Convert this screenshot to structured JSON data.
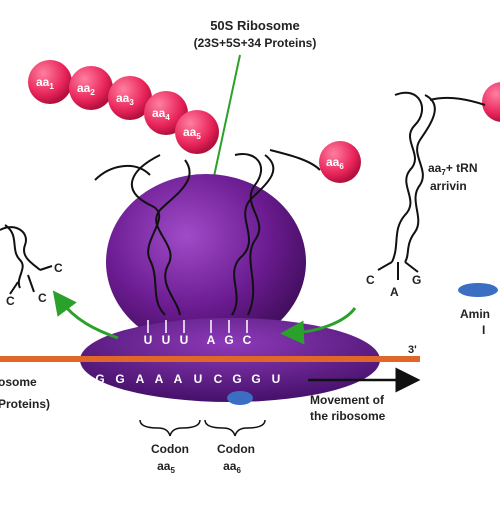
{
  "labels": {
    "ribosome_title": "50S Ribosome",
    "ribosome_composition": "(23S+5S+34 Proteins)",
    "incoming_line1": "aa",
    "incoming_line1_sub": "7",
    "incoming_line1_rest": "+ tRN",
    "incoming_line2": "arrivin",
    "left_partial_1": "osome",
    "left_partial_2": "Proteins)",
    "movement_line1": "Movement of",
    "movement_line2": "the ribosome",
    "three_prime": "3'",
    "right_partial_1": "Amin",
    "right_partial_2": "I"
  },
  "chain": [
    {
      "base": "aa",
      "sub": "1"
    },
    {
      "base": "aa",
      "sub": "2"
    },
    {
      "base": "aa",
      "sub": "3"
    },
    {
      "base": "aa",
      "sub": "4"
    },
    {
      "base": "aa",
      "sub": "5"
    }
  ],
  "free_amino": {
    "base": "aa",
    "sub": "6"
  },
  "anticodon": [
    "U",
    "U",
    "U",
    "A",
    "G",
    "C"
  ],
  "mrna": [
    "G",
    "G",
    "A",
    "A",
    "A",
    "U",
    "C",
    "G",
    "G",
    "U"
  ],
  "exiting_trna_bases": [
    "C",
    "C",
    "C"
  ],
  "incoming_trna_bases": [
    "C",
    "A",
    "G"
  ],
  "codons": [
    {
      "label": "Codon",
      "aa": "aa",
      "sub": "5"
    },
    {
      "label": "Codon",
      "aa": "aa",
      "sub": "6"
    }
  ],
  "colors": {
    "amino_acid": "#e8245a",
    "ribosome_large": "#6a1b8f",
    "ribosome_small": "#5b167e",
    "mrna": "#e0662a",
    "arrow_green": "#2aa12a",
    "grey_oval": "#3a6fc4"
  }
}
